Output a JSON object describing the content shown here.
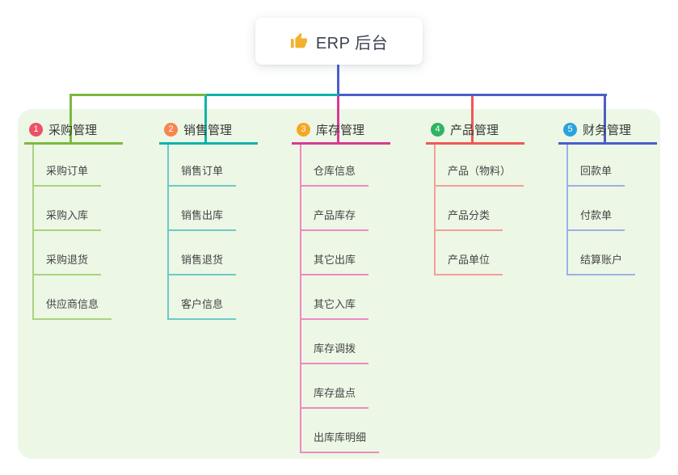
{
  "root": {
    "label": "ERP 后台",
    "icon": "thumbs-up-icon",
    "icon_color": "#f2b12e",
    "text_color": "#3b4152"
  },
  "connector": {
    "stem_color": "#4a5ec8"
  },
  "panel": {
    "background": "#ecf7e6"
  },
  "branches": [
    {
      "badge": "1",
      "label": "采购管理",
      "badge_color": "#ec5166",
      "line_color": "#7cb93f",
      "child_line_color": "#a8d37f",
      "children": [
        "采购订单",
        "采购入库",
        "采购退货",
        "供应商信息"
      ]
    },
    {
      "badge": "2",
      "label": "销售管理",
      "badge_color": "#f8854d",
      "line_color": "#0fb3a9",
      "child_line_color": "#6ecac3",
      "children": [
        "销售订单",
        "销售出库",
        "销售退货",
        "客户信息"
      ]
    },
    {
      "badge": "3",
      "label": "库存管理",
      "badge_color": "#f7a723",
      "line_color": "#d63b92",
      "child_line_color": "#ee8ac0",
      "children": [
        "仓库信息",
        "产品库存",
        "其它出库",
        "其它入库",
        "库存调拨",
        "库存盘点",
        "出库库明细"
      ]
    },
    {
      "badge": "4",
      "label": "产品管理",
      "badge_color": "#2fb463",
      "line_color": "#f15757",
      "child_line_color": "#f59e98",
      "children": [
        "产品（物料）",
        "产品分类",
        "产品单位"
      ]
    },
    {
      "badge": "5",
      "label": "财务管理",
      "badge_color": "#29a3dc",
      "line_color": "#4a5ec8",
      "child_line_color": "#9db1e4",
      "children": [
        "回款单",
        "付款单",
        "结算账户"
      ]
    }
  ]
}
